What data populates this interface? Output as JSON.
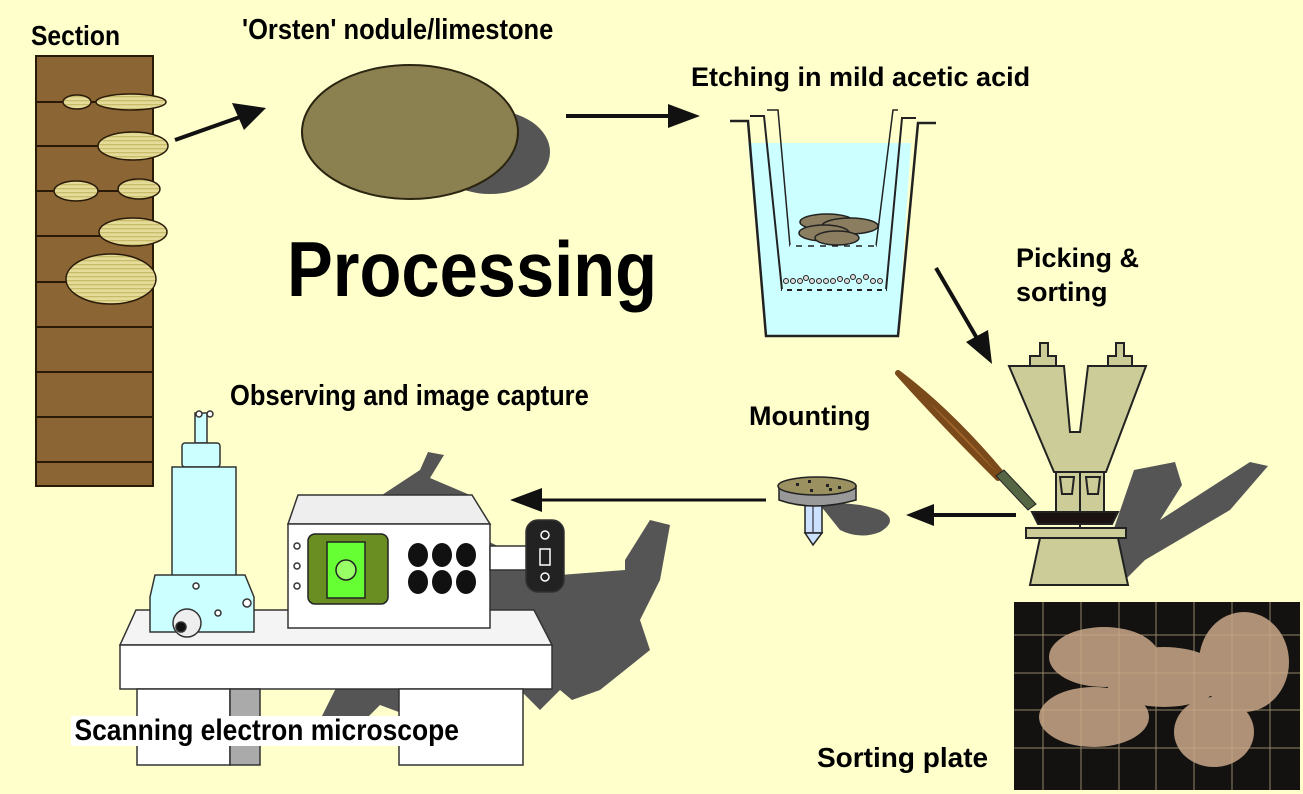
{
  "title": "Processing",
  "labels": {
    "section": "Section",
    "nodule": "'Orsten' nodule/limestone",
    "etching": "Etching in mild acetic acid",
    "picking_line1": "Picking &",
    "picking_line2": "sorting",
    "observing": "Observing and image capture",
    "mounting": "Mounting",
    "sem": "Scanning electron microscope",
    "sorting_plate": "Sorting plate"
  },
  "steps": [
    "Section",
    "'Orsten' nodule/limestone",
    "Etching in mild acetic acid",
    "Picking & sorting",
    "Mounting",
    "Observing and image capture"
  ],
  "colors": {
    "background": "#ffffcc",
    "section_brown": "#8b6534",
    "nodule_fill": "#8b8050",
    "nodule_lens": "#e6dc9a",
    "acid_water": "#ccffff",
    "microscope_beige": "#cccc99",
    "sem_column": "#ccffff",
    "screen_green": "#66ff33",
    "shadow": "#555555",
    "brush_handle": "#a0642a"
  }
}
